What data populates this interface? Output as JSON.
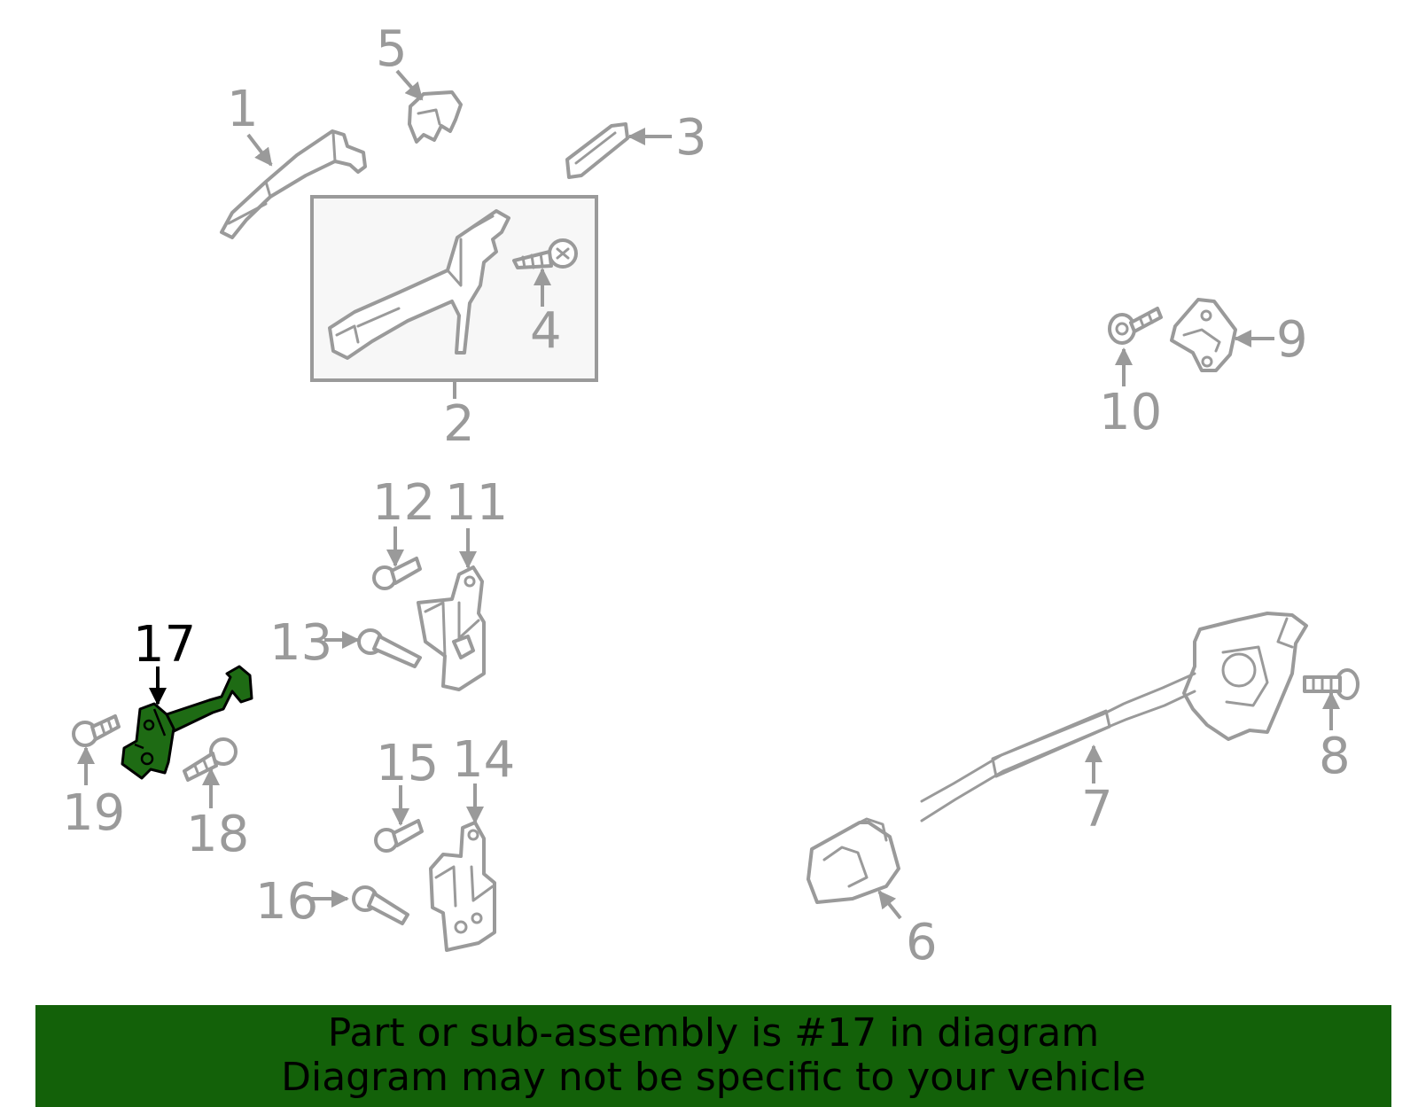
{
  "callouts": {
    "c1": "1",
    "c2": "2",
    "c3": "3",
    "c4": "4",
    "c5": "5",
    "c6": "6",
    "c7": "7",
    "c8": "8",
    "c9": "9",
    "c10": "10",
    "c11": "11",
    "c12": "12",
    "c13": "13",
    "c14": "14",
    "c15": "15",
    "c16": "16",
    "c17": "17",
    "c18": "18",
    "c19": "19"
  },
  "highlighted_part": "17",
  "colors": {
    "part_outline": "#9a9a9a",
    "highlight_fill": "#1e6b14",
    "banner_background": "#136109",
    "highlight_text": "#000000"
  },
  "banner": {
    "line1": "Part or sub-assembly is #17 in diagram",
    "line2": "Diagram may not be specific to your vehicle"
  }
}
